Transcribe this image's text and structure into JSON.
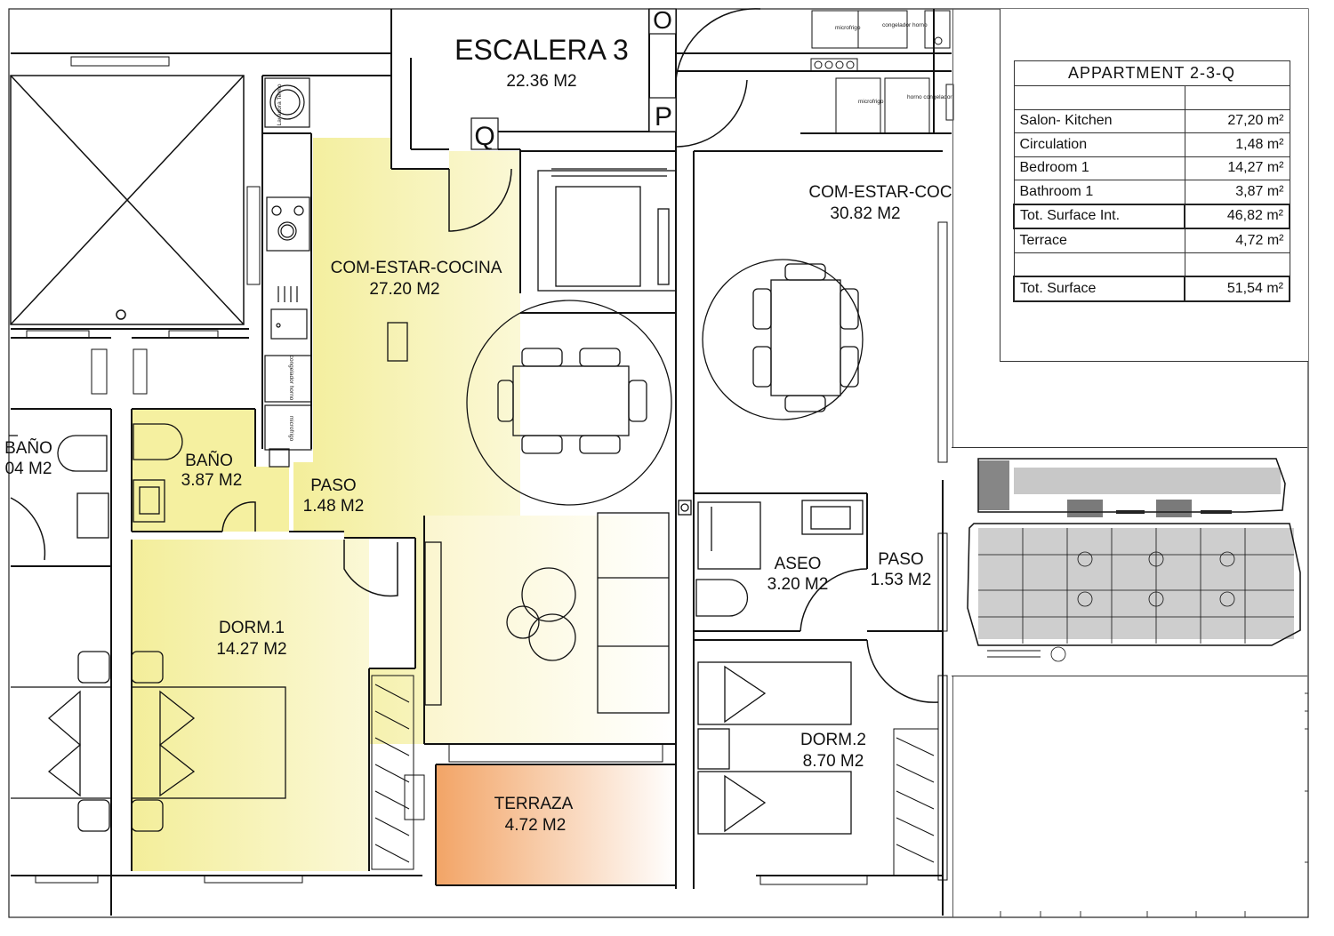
{
  "title": "APPARTMENT 2-3-Q",
  "rooms": {
    "escalera": {
      "name": "ESCALERA 3",
      "area": "22.36 M2"
    },
    "com_estar_cocina": {
      "name": "COM-ESTAR-COCINA",
      "area": "27.20 M2"
    },
    "com_estar_coc_right": {
      "name": "COM-ESTAR-COC",
      "area": "30.82 M2"
    },
    "bano": {
      "name": "BAÑO",
      "area": "3.87 M2"
    },
    "bano_left": {
      "name": "BAÑO",
      "area": "04 M2"
    },
    "paso": {
      "name": "PASO",
      "area": "1.48 M2"
    },
    "paso_right": {
      "name": "PASO",
      "area": "1.53 M2"
    },
    "aseo": {
      "name": "ASEO",
      "area": "3.20 M2"
    },
    "dorm1": {
      "name": "DORM.1",
      "area": "14.27 M2"
    },
    "dorm2": {
      "name": "DORM.2",
      "area": "8.70 M2"
    },
    "terraza": {
      "name": "TERRAZA",
      "area": "4.72 M2"
    }
  },
  "markers": {
    "o": "O",
    "p": "P",
    "q": "Q"
  },
  "appliances": {
    "microfrigo": "microfrigo",
    "congelador_horno": "congelador horno",
    "horno_congelador": "horno congelador",
    "lavadora": "Lavadora Termo",
    "congelador_horno_v": "congelador horno",
    "microfrigo_v": "microfrigo"
  },
  "areas_table": {
    "rows": [
      {
        "label": "Salon- Kitchen",
        "value": "27,20 m²"
      },
      {
        "label": "Circulation",
        "value": "1,48 m²"
      },
      {
        "label": "Bedroom 1",
        "value": "14,27 m²"
      },
      {
        "label": "Bathroom 1",
        "value": "3,87 m²"
      },
      {
        "label": "Tot. Surface Int.",
        "value": "46,82 m²"
      },
      {
        "label": "Terrace",
        "value": "4,72 m²"
      },
      {
        "label": "Tot. Surface",
        "value": "51,54 m²"
      }
    ]
  },
  "colors": {
    "room_fill": "#f5f0a8",
    "terrace_fill": "#f4a76a",
    "wall": "#111111",
    "accent_line": "#b0307a"
  }
}
